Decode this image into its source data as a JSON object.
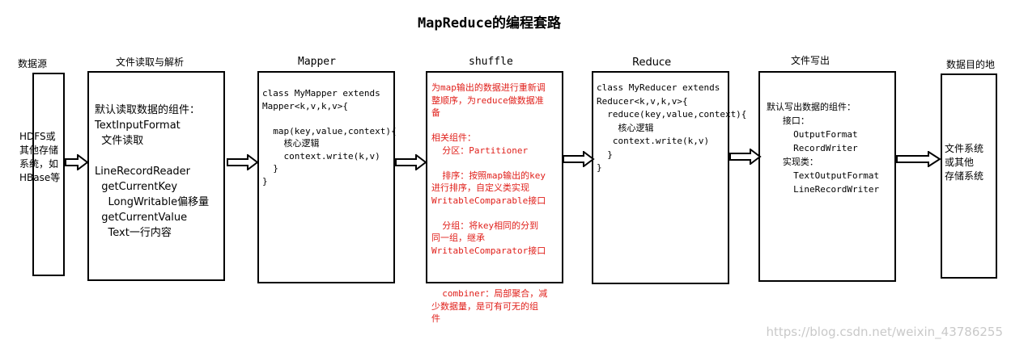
{
  "title": "MapReduce的编程套路",
  "stages": {
    "source": {
      "label": "数据源",
      "body": "HDFS或\n其他存储\n系统，如\nHBase等"
    },
    "input": {
      "label": "文件读取与解析",
      "body": "默认读取数据的组件：\nTextInputFormat\n  文件读取\n\nLineRecordReader\n  getCurrentKey\n    LongWritable偏移量\n  getCurrentValue\n    Text一行内容"
    },
    "mapper": {
      "label": "Mapper",
      "body": "class MyMapper extends\nMapper<k,v,k,v>{\n\n  map(key,value,context){\n    核心逻辑\n    context.write(k,v)\n  }\n}"
    },
    "shuffle": {
      "label": "shuffle",
      "body": "为map输出的数据进行重新调\n整顺序，为reduce做数据准\n备\n\n相关组件：\n  分区：Partitioner\n\n  排序：按照map输出的key\n进行排序，自定义类实现\nWritableComparable接口\n\n  分组：将key相同的分到\n同一组，继承\nWritableComparator接口",
      "note": "  combiner：局部聚合，减\n少数据量，是可有可无的组\n件"
    },
    "reducer": {
      "label": "Reduce",
      "body": "class MyReducer extends\nReducer<k,v,k,v>{\n  reduce(key,value,context){\n    核心逻辑\n   context.write(k,v)\n  }\n}"
    },
    "output": {
      "label": "文件写出",
      "body": "默认写出数据的组件：\n   接口：\n     OutputFormat\n     RecordWriter\n   实现类：\n     TextOutputFormat\n     LineRecordWriter"
    },
    "target": {
      "label": "数据目的地",
      "body": "文件系统\n或其他\n存储系统"
    }
  },
  "watermark": "https://blog.csdn.net/weixin_43786255",
  "colors": {
    "highlight": "#e0201b",
    "border": "#000000"
  }
}
